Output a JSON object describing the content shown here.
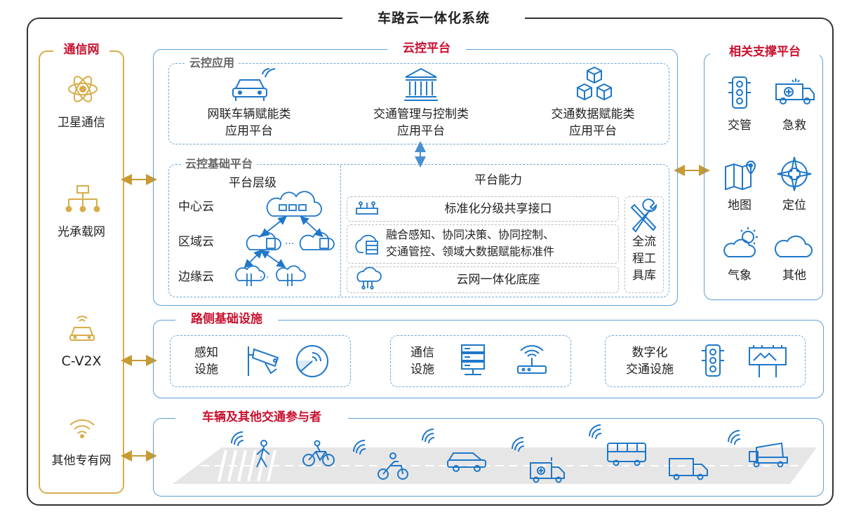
{
  "system_title": "车路云一体化系统",
  "comm_network": {
    "title": "通信网",
    "items": [
      {
        "icon": "satellite-atom-icon",
        "label": "卫星通信"
      },
      {
        "icon": "network-topology-icon",
        "label": "光承载网"
      },
      {
        "icon": "connected-car-icon",
        "label": "C-V2X"
      },
      {
        "icon": "wifi-icon",
        "label": "其他专有网"
      }
    ]
  },
  "cloud_platform": {
    "title": "云控平台",
    "apps": {
      "title": "云控应用",
      "items": [
        {
          "icon": "connected-car-icon",
          "line1": "网联车辆赋能类",
          "line2": "应用平台"
        },
        {
          "icon": "government-building-icon",
          "line1": "交通管理与控制类",
          "line2": "应用平台"
        },
        {
          "icon": "data-cubes-icon",
          "line1": "交通数据赋能类",
          "line2": "应用平台"
        }
      ]
    },
    "base": {
      "title": "云控基础平台",
      "levels_title": "平台层级",
      "levels": [
        "中心云",
        "区域云",
        "边缘云"
      ],
      "capability_title": "平台能力",
      "capabilities": [
        {
          "icon": "interface-icon",
          "text": "标准化分级共享接口"
        },
        {
          "icon": "cloud-server-icon",
          "line1": "融合感知、协同决策、协同控制、",
          "line2": "交通管控、领域大数据赋能标准件"
        },
        {
          "icon": "cloud-network-icon",
          "text": "云网一体化底座"
        }
      ],
      "toolchain": {
        "icon": "tools-icon",
        "lines": [
          "全流",
          "程工",
          "具库"
        ]
      }
    }
  },
  "support_platforms": {
    "title": "相关支撑平台",
    "items": [
      {
        "icon": "traffic-light-icon",
        "label": "交管"
      },
      {
        "icon": "ambulance-icon",
        "label": "急救"
      },
      {
        "icon": "map-icon",
        "label": "地图"
      },
      {
        "icon": "compass-icon",
        "label": "定位"
      },
      {
        "icon": "weather-icon",
        "label": "气象"
      },
      {
        "icon": "cloud-icon",
        "label": "其他"
      }
    ]
  },
  "roadside": {
    "title": "路侧基础设施",
    "groups": [
      {
        "line1": "感知",
        "line2": "设施",
        "icons": [
          "camera-icon",
          "radar-icon"
        ]
      },
      {
        "line1": "通信",
        "line2": "设施",
        "icons": [
          "server-icon",
          "router-icon"
        ]
      },
      {
        "line1": "数字化",
        "line2": "交通设施",
        "icons": [
          "traffic-light-icon",
          "billboard-icon"
        ]
      }
    ]
  },
  "vehicles": {
    "title": "车辆及其他交通参与者",
    "participants": [
      "pedestrian-icon",
      "bicycle-icon",
      "motorcycle-icon",
      "car-icon",
      "ambulance-icon",
      "bus-icon",
      "truck-icon",
      "dump-truck-icon"
    ]
  },
  "colors": {
    "gold": "#d8ad4a",
    "blue": "#3b84c6",
    "red": "#c8102e",
    "icon_blue": "#1f77c9"
  }
}
